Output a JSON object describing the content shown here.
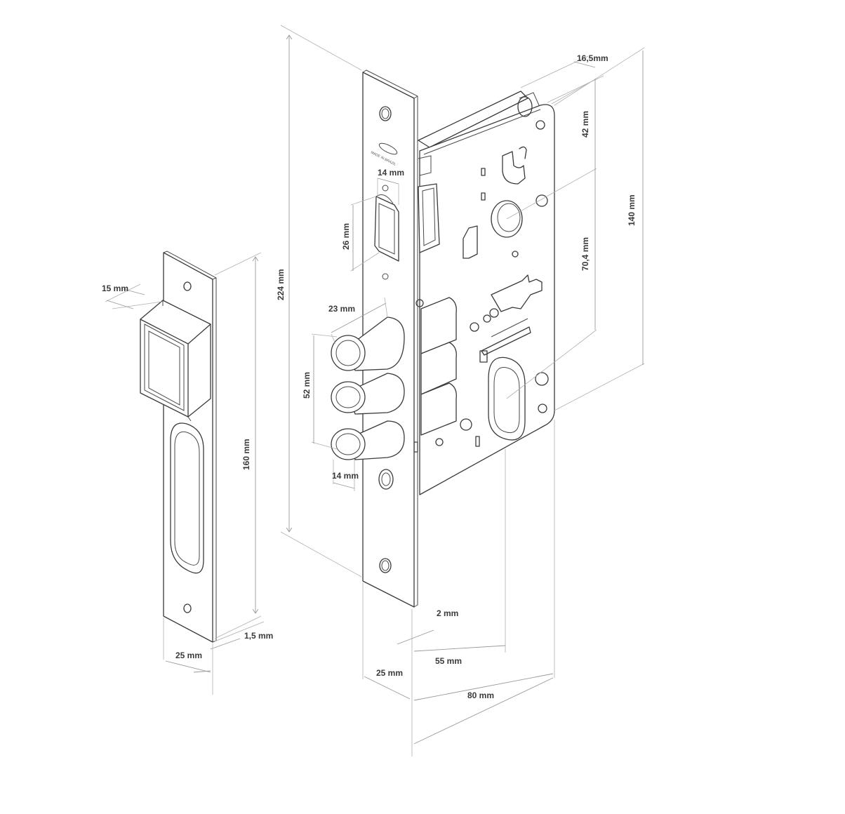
{
  "dimensions": {
    "strike_tongue_depth": "15 mm",
    "strike_height": "160 mm",
    "strike_thickness": "1,5 mm",
    "strike_width": "25 mm",
    "faceplate_height": "224 mm",
    "latch_width": "14 mm",
    "latch_height": "26 mm",
    "bolt_projection": "23 mm",
    "bolt_span": "52 mm",
    "bolt_diameter": "14 mm",
    "faceplate_width": "25 mm",
    "faceplate_thickness": "2 mm",
    "backset": "55 mm",
    "case_depth": "80 mm",
    "case_thickness": "16,5mm",
    "top_to_spindle": "42 mm",
    "spindle_to_cylinder": "70,4 mm",
    "case_height": "140 mm"
  },
  "engraving": {
    "line1": "MADE IN BRAZIL"
  },
  "colors": {
    "line": "#3a3a3a",
    "dimension_line": "#9a9a9a",
    "background": "#ffffff"
  }
}
